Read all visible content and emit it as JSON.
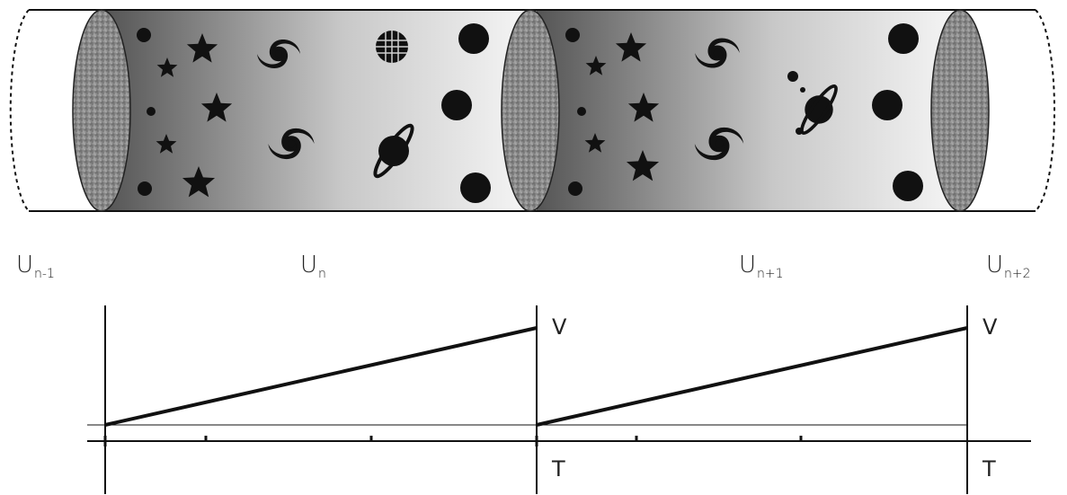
{
  "universes": [
    {
      "main": "U",
      "sub": "n-1"
    },
    {
      "main": "U",
      "sub": "n"
    },
    {
      "main": "U",
      "sub": "n+1"
    },
    {
      "main": "U",
      "sub": "n+2"
    }
  ],
  "graph": {
    "y_label_1": "V",
    "y_label_2": "V",
    "x_label_1": "T",
    "x_label_2": "T"
  },
  "colors": {
    "stroke": "#111111",
    "disk_base": "#8a8a8a",
    "tube_dark": "#5a5a5a",
    "tube_light": "#f4f4f4"
  },
  "icons": [
    "star-icon",
    "galaxy-icon",
    "planet-ring-icon",
    "wireframe-globe-icon",
    "dot-icon",
    "textured-disk-icon"
  ]
}
